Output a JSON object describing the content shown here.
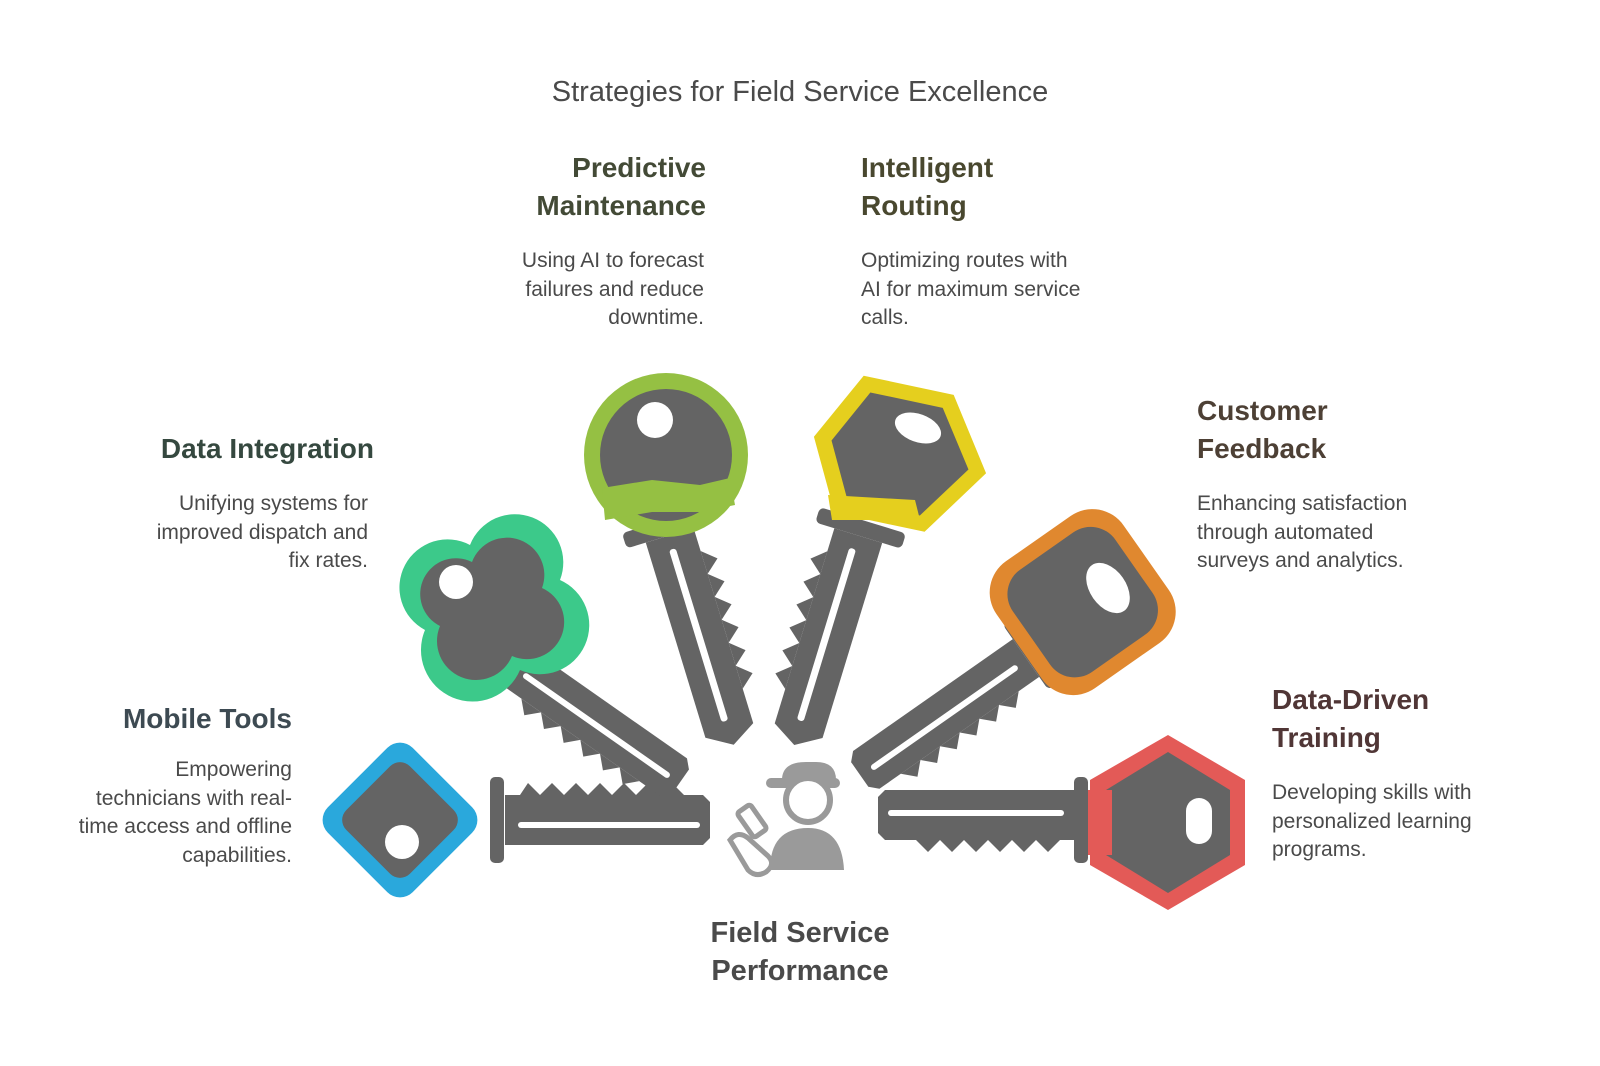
{
  "title": "Strategies for Field Service Excellence",
  "center": {
    "line1": "Field Service",
    "line2": "Performance",
    "icon": "technician-icon"
  },
  "strategies": [
    {
      "id": "mobile-tools",
      "heading1": "Mobile Tools",
      "heading2": "",
      "desc": [
        "Empowering",
        "technicians with real-",
        "time access and offline",
        "capabilities."
      ],
      "color": "#2aa8dc",
      "heading_color": "#3d4a52"
    },
    {
      "id": "data-integration",
      "heading1": "Data Integration",
      "heading2": "",
      "desc": [
        "Unifying systems for",
        "improved dispatch and",
        "fix rates."
      ],
      "color": "#3cc98a",
      "heading_color": "#35483f"
    },
    {
      "id": "predictive-maintenance",
      "heading1": "Predictive",
      "heading2": "Maintenance",
      "desc": [
        "Using AI to forecast",
        "failures and reduce",
        "downtime."
      ],
      "color": "#95c043",
      "heading_color": "#434a36"
    },
    {
      "id": "intelligent-routing",
      "heading1": "Intelligent",
      "heading2": "Routing",
      "desc": [
        "Optimizing routes with",
        "AI for maximum service",
        "calls."
      ],
      "color": "#e5cf1e",
      "heading_color": "#49482f"
    },
    {
      "id": "customer-feedback",
      "heading1": "Customer",
      "heading2": "Feedback",
      "desc": [
        "Enhancing satisfaction",
        "through automated",
        "surveys and analytics."
      ],
      "color": "#e0882f",
      "heading_color": "#4d4035"
    },
    {
      "id": "data-driven-training",
      "heading1": "Data-Driven",
      "heading2": "Training",
      "desc": [
        "Developing skills with",
        "personalized learning",
        "programs."
      ],
      "color": "#e35a57",
      "heading_color": "#503636"
    }
  ],
  "key_color": "#646464"
}
